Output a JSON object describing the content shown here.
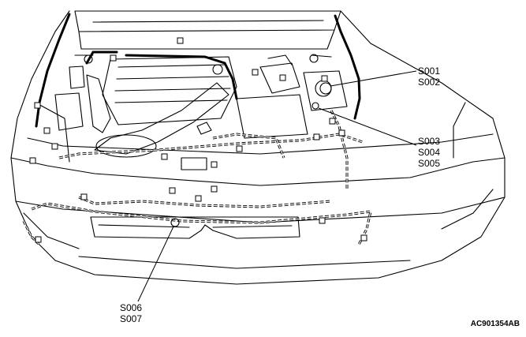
{
  "labels": {
    "group1": {
      "line1": "S001",
      "line2": "S002"
    },
    "group2": {
      "line1": "S003",
      "line2": "S004",
      "line3": "S005"
    },
    "group3": {
      "line1": "S006",
      "line2": "S007"
    }
  },
  "figure_code": "AC901354AB"
}
